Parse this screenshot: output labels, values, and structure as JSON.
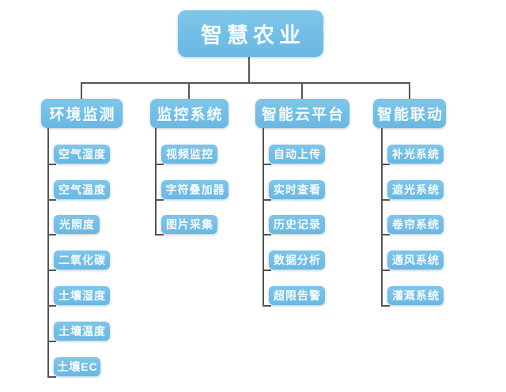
{
  "root": {
    "label": "智慧农业"
  },
  "branches": [
    {
      "label": "环境监测",
      "children": [
        "空气湿度",
        "空气温度",
        "光照度",
        "二氧化碳",
        "土壤湿度",
        "土壤温度",
        "土壤EC"
      ]
    },
    {
      "label": "监控系统",
      "children": [
        "视频监控",
        "字符叠加器",
        "图片采集"
      ]
    },
    {
      "label": "智能云平台",
      "children": [
        "自动上传",
        "实时查看",
        "历史记录",
        "数据分析",
        "超限告警"
      ]
    },
    {
      "label": "智能联动",
      "children": [
        "补光系统",
        "遮光系统",
        "卷帘系统",
        "通风系统",
        "灌溉系统"
      ]
    }
  ],
  "colors": {
    "node_fill": "#70bce6",
    "node_text": "#ffffff",
    "connector": "#555555",
    "background": "#ffffff"
  }
}
